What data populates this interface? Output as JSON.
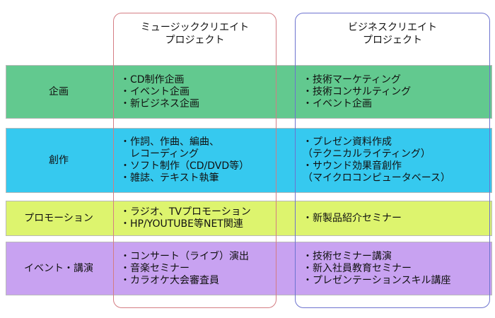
{
  "columns": {
    "music": {
      "title_line1": "ミュージッククリエイト",
      "title_line2": "プロジェクト",
      "frame_color": "#d47d83"
    },
    "business": {
      "title_line1": "ビジネスクリエイト",
      "title_line2": "プロジェクト",
      "frame_color": "#6d73cf"
    }
  },
  "rows": [
    {
      "label": "企画",
      "color": "#62c98f",
      "music": [
        "・CD制作企画",
        "・イベント企画",
        "・新ビジネス企画"
      ],
      "business": [
        "・技術マーケティング",
        "・技術コンサルティング",
        "・イベント企画"
      ]
    },
    {
      "label": "創作",
      "color": "#36c9ef",
      "music": [
        "・作詞、作曲、編曲、",
        "　レコーディング",
        "・ソフト制作（CD/DVD等）",
        "・雑誌、テキスト執筆"
      ],
      "business": [
        "・プレゼン資料作成",
        "（テクニカルライティング）",
        "・サウンド効果音創作",
        "（マイクロコンピュータベース）"
      ]
    },
    {
      "label": "プロモーション",
      "color": "#ddf46e",
      "music": [
        "・ラジオ、TVプロモーション",
        "・HP/YOUTUBE等NET関連"
      ],
      "business": [
        "・新製品紹介セミナー"
      ]
    },
    {
      "label": "イベント・講演",
      "color": "#c8a2f1",
      "music": [
        "・コンサート（ライブ）演出",
        "・音楽セミナー",
        "・カラオケ大会審査員"
      ],
      "business": [
        "・技術セミナー講演",
        "・新入社員教育セミナー",
        "・プレゼンテーションスキル講座"
      ]
    }
  ]
}
